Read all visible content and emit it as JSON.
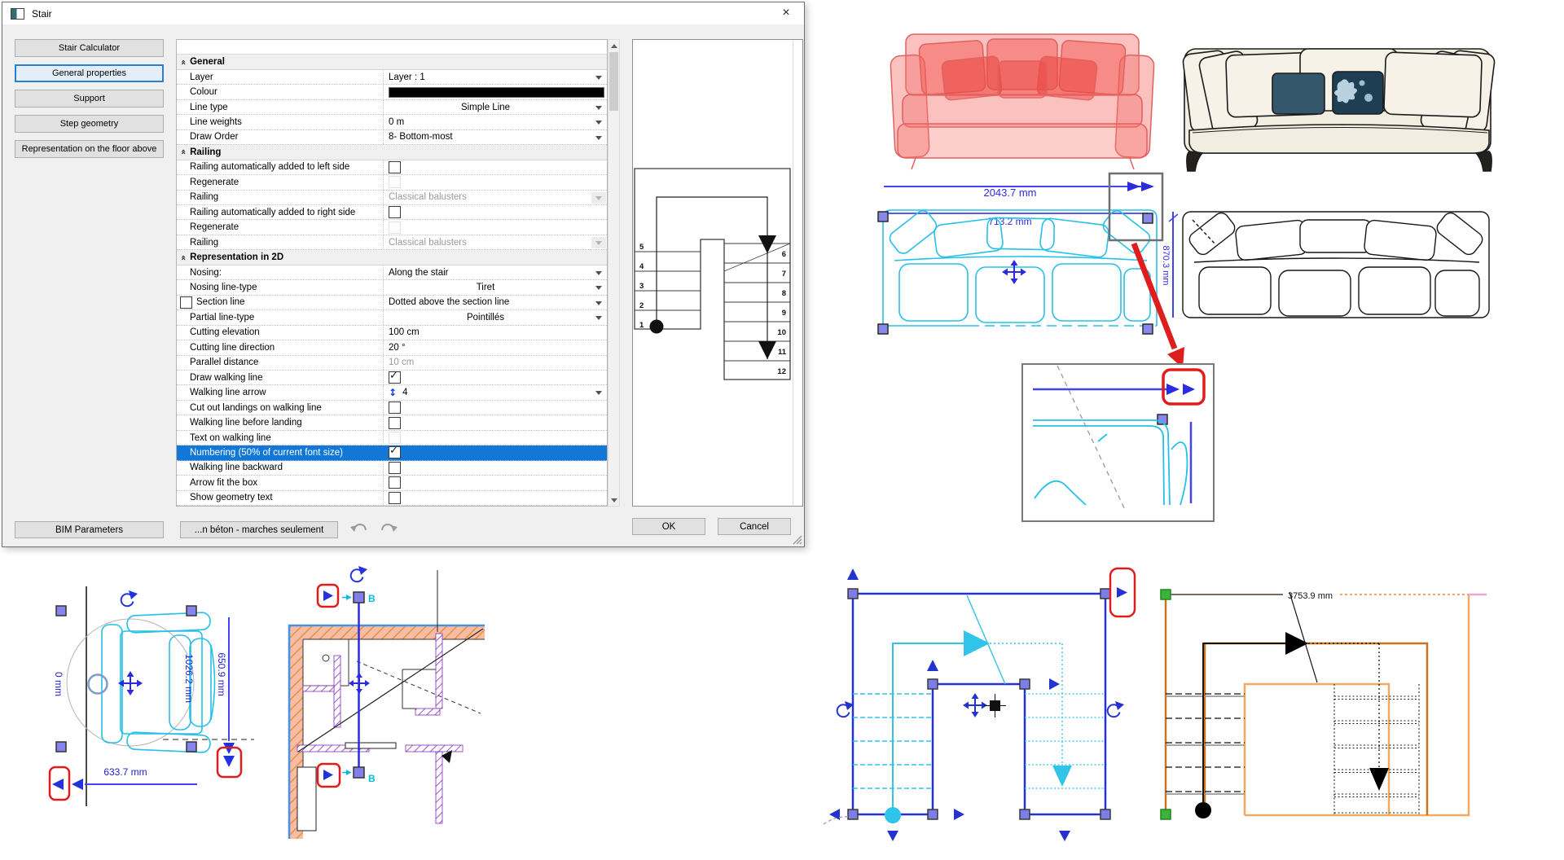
{
  "window": {
    "title": "Stair",
    "close_glyph": "×"
  },
  "sidebar": {
    "items": [
      {
        "label": "Stair Calculator",
        "selected": false
      },
      {
        "label": "General properties",
        "selected": true
      },
      {
        "label": "Support",
        "selected": false
      },
      {
        "label": "Step geometry",
        "selected": false
      },
      {
        "label": "Representation on the floor above",
        "selected": false
      }
    ]
  },
  "grid": {
    "rows": [
      {
        "type": "spacer"
      },
      {
        "type": "header",
        "label": "General"
      },
      {
        "type": "row",
        "kind": "dd",
        "label": "Layer",
        "value": "Layer : 1"
      },
      {
        "type": "row",
        "kind": "color",
        "label": "Colour",
        "value": "#000000"
      },
      {
        "type": "row",
        "kind": "ddc",
        "label": "Line type",
        "value": "Simple Line"
      },
      {
        "type": "row",
        "kind": "dd",
        "label": "Line weights",
        "value": "0 m"
      },
      {
        "type": "row",
        "kind": "dd",
        "label": "Draw Order",
        "value": "8- Bottom-most"
      },
      {
        "type": "header",
        "label": "Railing"
      },
      {
        "type": "row",
        "kind": "check",
        "label": "Railing automatically added to left side",
        "checked": false
      },
      {
        "type": "row",
        "kind": "checkfaint",
        "label": "Regenerate"
      },
      {
        "type": "row",
        "kind": "graydd",
        "label": "Railing",
        "value": "Classical balusters"
      },
      {
        "type": "row",
        "kind": "check",
        "label": "Railing automatically added to right side",
        "checked": false
      },
      {
        "type": "row",
        "kind": "checkfaint",
        "label": "Regenerate"
      },
      {
        "type": "row",
        "kind": "graydd",
        "label": "Railing",
        "value": "Classical balusters"
      },
      {
        "type": "header",
        "label": "Representation in 2D"
      },
      {
        "type": "row",
        "kind": "dd",
        "label": "Nosing:",
        "value": "Along the stair"
      },
      {
        "type": "row",
        "kind": "ddc",
        "label": "Nosing line-type",
        "value": "Tiret"
      },
      {
        "type": "row",
        "kind": "dd",
        "label": "Section line",
        "value": "Dotted above the section line",
        "leadcheck": true
      },
      {
        "type": "row",
        "kind": "ddc",
        "label": "Partial line-type",
        "value": "Pointillés"
      },
      {
        "type": "row",
        "kind": "text",
        "label": "Cutting elevation",
        "value": "100 cm"
      },
      {
        "type": "row",
        "kind": "text",
        "label": "Cutting line direction",
        "value": "20 °"
      },
      {
        "type": "row",
        "kind": "textgray",
        "label": "Parallel distance",
        "value": "10 cm"
      },
      {
        "type": "row",
        "kind": "check",
        "label": "Draw walking line",
        "checked": true
      },
      {
        "type": "row",
        "kind": "spin",
        "label": "Walking line arrow",
        "value": "4"
      },
      {
        "type": "row",
        "kind": "check",
        "label": "Cut out landings on walking line",
        "checked": false
      },
      {
        "type": "row",
        "kind": "check",
        "label": "Walking line before landing",
        "checked": false
      },
      {
        "type": "row",
        "kind": "checkfaint",
        "label": "Text on walking line"
      },
      {
        "type": "row",
        "kind": "check",
        "label": "Numbering (50% of current font size)",
        "checked": true,
        "selected": true
      },
      {
        "type": "row",
        "kind": "check",
        "label": "Walking line backward",
        "checked": false
      },
      {
        "type": "row",
        "kind": "check",
        "label": "Arrow fit the box",
        "checked": false
      },
      {
        "type": "row",
        "kind": "check",
        "label": "Show geometry text",
        "checked": false
      }
    ]
  },
  "footer": {
    "bim_label": "BIM Parameters",
    "material_label": "...n béton - marches seulement",
    "ok_label": "OK",
    "cancel_label": "Cancel"
  },
  "preview": {
    "left_steps": [
      "5",
      "4",
      "3",
      "2",
      "1"
    ],
    "right_steps": [
      "6",
      "7",
      "8",
      "9",
      "10",
      "11",
      "12"
    ]
  },
  "scene": {
    "dim_sofa_width": "2043.7 mm",
    "dim_sofa_depth": "713.2 mm",
    "dim_sofa_height": "870.3 mm",
    "dim_chair_zero": "0 mm",
    "dim_chair_width": "633.7 mm",
    "dim_chair_depth": "650.9 mm",
    "dim_chair_length": "1026.2 mm",
    "dim_stair_run": "3753.9 mm",
    "section_label": "B",
    "colors": {
      "accent_blue": "#2b2be0",
      "cyan": "#27c0e6",
      "highlight_red": "#e01d1d",
      "orange_dark": "#c8741e",
      "orange_light": "#f2a964",
      "green_handle": "#3cb43c",
      "selection_blue": "#1278d8"
    }
  }
}
